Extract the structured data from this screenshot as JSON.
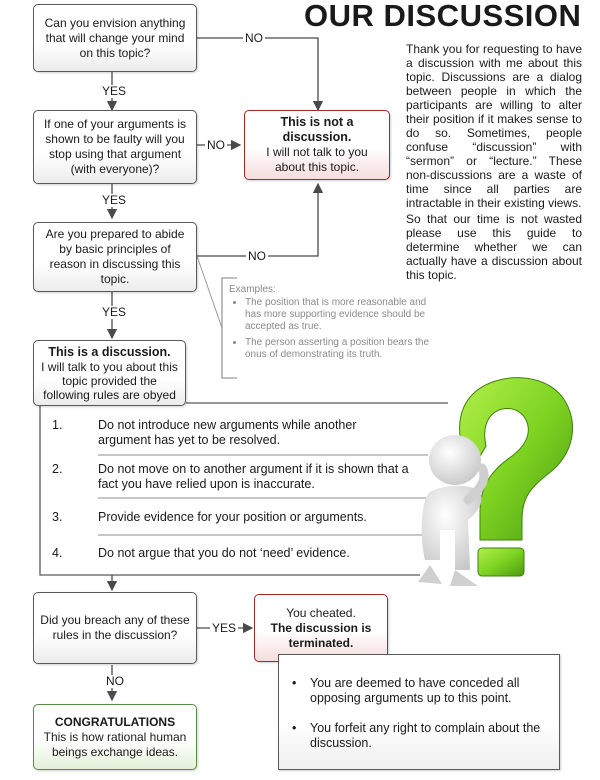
{
  "title": "OUR DISCUSSION",
  "intro": {
    "p1": "Thank you for requesting to have a discussion with me about this topic. Discussions are a dialog between people in which the participants are willing to alter their position if it makes sense to do so. Sometimes, people confuse “discussion” with “sermon” or “lecture.” These non-discussions are a waste of time since all parties are intractable in their existing views.",
    "p2": "So that our time is not wasted please use this guide to determine whether we can actually have a discussion about this topic."
  },
  "q1": "Can you envision anything that will change your mind on this topic?",
  "q2": "If one of your arguments is shown to be faulty will you stop using that argument (with everyone)?",
  "q3": "Are you prepared to abide by basic principles of reason in discussing this topic.",
  "not_discussion": {
    "title": "This is not a discussion.",
    "body": "I will not talk to you about this topic."
  },
  "is_discussion": {
    "title": "This is a discussion.",
    "body": "I will talk to you about this topic provided the following rules are obyed"
  },
  "examples": {
    "heading": "Examples:",
    "items": [
      "The position that is more reasonable and has more supporting evidence should be accepted as true.",
      "The person asserting a position bears the onus of demonstrating its truth."
    ]
  },
  "rules": [
    {
      "num": "1.",
      "text": "Do not introduce new arguments while another argument has yet to be resolved."
    },
    {
      "num": "2.",
      "text": "Do not move on to another argument if it is shown that a fact you have relied upon is inaccurate."
    },
    {
      "num": "3.",
      "text": "Provide evidence for your position or arguments."
    },
    {
      "num": "4.",
      "text": "Do not argue that you do not ‘need’ evidence."
    }
  ],
  "q4": "Did you breach any of these rules in the discussion?",
  "cheated": {
    "line1": "You cheated.",
    "line2": "The discussion is terminated."
  },
  "consequences": [
    "You are deemed to have conceded all opposing arguments up to this point.",
    "You forfeit any right to complain about the discussion."
  ],
  "congrats": {
    "title": "CONGRATULATIONS",
    "body": "This is how rational human beings exchange ideas."
  },
  "labels": {
    "yes": "YES",
    "no": "NO"
  },
  "colors": {
    "figure_question_mark": "#7ed321",
    "not_discussion_border": "#a02a2a",
    "congrats_border": "#5a8a4a"
  },
  "figure": "3d-person-with-green-question-mark"
}
